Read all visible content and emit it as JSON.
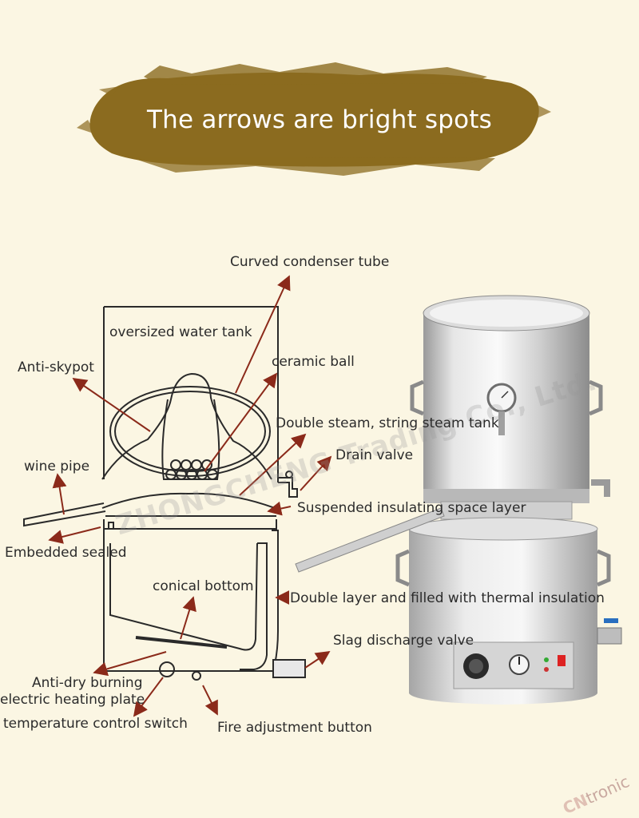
{
  "banner": {
    "text": "The arrows are bright spots"
  },
  "labels": {
    "curved_condenser_tube": "Curved condenser tube",
    "oversized_water_tank": "oversized water tank",
    "anti_skypot": "Anti-skypot",
    "ceramic_ball": "ceramic ball",
    "double_steam_tank": "Double steam, string steam tank",
    "drain_valve": "Drain valve",
    "wine_pipe": "wine pipe",
    "suspended_layer": "Suspended insulating space layer",
    "embedded_sealed": "Embedded sealed",
    "conical_bottom": "conical bottom",
    "double_layer": "Double layer and filled with thermal insulation",
    "slag_valve": "Slag discharge valve",
    "anti_dry_burning": "Anti-dry burning",
    "electric_heating_plate": "electric heating plate",
    "temperature_control_switch": "temperature control switch",
    "fire_adjustment_button": "Fire adjustment button"
  },
  "watermark": "ZHONGCHENG Trading Co., Ltd.",
  "brand": {
    "prefix": "CN",
    "suffix": "tronic"
  },
  "colors": {
    "background": "#fbf6e3",
    "banner": "#8b6b1f",
    "arrow": "#8b2a1a",
    "line": "#2a2a2a",
    "steel": "#c8c8c8"
  }
}
